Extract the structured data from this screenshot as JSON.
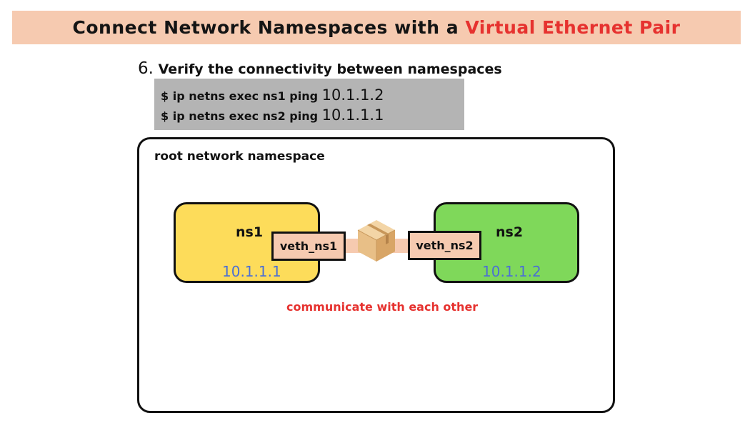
{
  "title": {
    "part1": "Connect Network Namespaces with a ",
    "part2": "Virtual Ethernet Pair"
  },
  "step": {
    "number": "6.",
    "text": "Verify the connectivity between namespaces"
  },
  "commands": [
    {
      "prefix": "$ ip netns exec ns1 ping ",
      "ip": "10.1.1.2"
    },
    {
      "prefix": "$ ip netns exec ns2 ping ",
      "ip": "10.1.1.1"
    }
  ],
  "diagram": {
    "root_label": "root network namespace",
    "ns1": {
      "name": "ns1",
      "ip": "10.1.1.1",
      "veth": "veth_ns1",
      "color": "#fddc5a"
    },
    "ns2": {
      "name": "ns2",
      "ip": "10.1.1.2",
      "veth": "veth_ns2",
      "color": "#7fd85a"
    },
    "packet_icon": "package-icon",
    "link_label": "communicate with each other"
  },
  "colors": {
    "banner": "#f6cab0",
    "accent_red": "#e6322f",
    "ip_blue": "#4b6fd4",
    "command_bg": "#b4b4b4"
  }
}
